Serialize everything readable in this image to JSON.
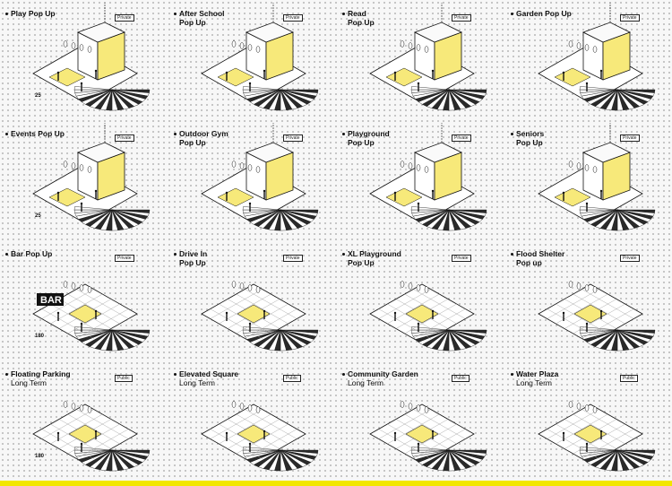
{
  "colors": {
    "accent": "#f2e600",
    "yellow_fill": "#f7e97a",
    "ink": "#111111",
    "bottom_bar": "#f2e600"
  },
  "panels": [
    {
      "id": "play",
      "title": [
        "Play Pop Up"
      ],
      "tag": "Private",
      "dim": "25",
      "type": "box"
    },
    {
      "id": "after-school",
      "title": [
        "After School",
        "Pop Up"
      ],
      "tag": "Private",
      "type": "box"
    },
    {
      "id": "read",
      "title": [
        "Read",
        "Pop Up"
      ],
      "tag": "Private",
      "type": "box"
    },
    {
      "id": "garden",
      "title": [
        "Garden Pop Up"
      ],
      "tag": "Private",
      "type": "box"
    },
    {
      "id": "events",
      "title": [
        "Events Pop Up"
      ],
      "tag": "Private",
      "dim": "25",
      "type": "box"
    },
    {
      "id": "outdoor-gym",
      "title": [
        "Outdoor Gym",
        "Pop Up"
      ],
      "tag": "Private",
      "type": "box"
    },
    {
      "id": "playground",
      "title": [
        "Playground",
        "Pop Up"
      ],
      "tag": "Private",
      "type": "box"
    },
    {
      "id": "seniors",
      "title": [
        "Seniors",
        "Pop Up"
      ],
      "tag": "Private",
      "type": "box"
    },
    {
      "id": "bar",
      "title": [
        "Bar Pop Up"
      ],
      "tag": "Private",
      "dim": "180",
      "label": "BAR",
      "type": "plaza"
    },
    {
      "id": "drive-in",
      "title": [
        "Drive In",
        "Pop Up"
      ],
      "tag": "Private",
      "type": "plaza"
    },
    {
      "id": "xl-playground",
      "title": [
        "XL Playground",
        "Pop Up"
      ],
      "tag": "Private",
      "type": "plaza"
    },
    {
      "id": "flood-shelter",
      "title": [
        "Flood Shelter",
        "Pop up"
      ],
      "tag": "Private",
      "type": "plaza"
    },
    {
      "id": "floating-parking",
      "title": [
        "Floating Parking",
        "Long Term"
      ],
      "tag": "Public",
      "dim": "180",
      "type": "plaza"
    },
    {
      "id": "elevated-square",
      "title": [
        "Elevated Square",
        "Long Term"
      ],
      "tag": "Public",
      "type": "plaza"
    },
    {
      "id": "community-garden",
      "title": [
        "Community Garden",
        "Long Term"
      ],
      "tag": "Public",
      "type": "plaza"
    },
    {
      "id": "water-plaza",
      "title": [
        "Water Plaza",
        "Long Term"
      ],
      "tag": "Public",
      "type": "plaza"
    }
  ]
}
